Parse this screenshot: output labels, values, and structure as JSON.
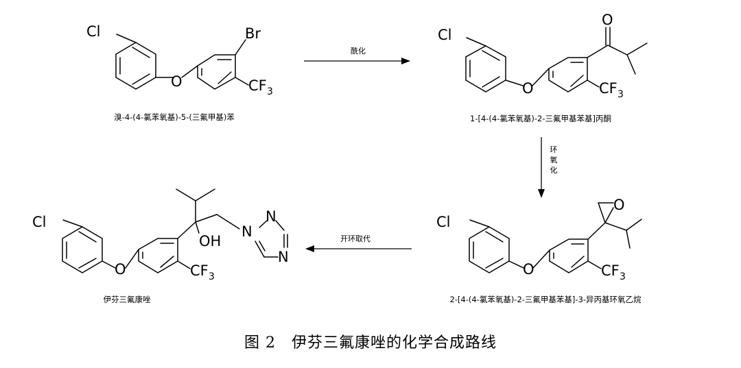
{
  "compounds": {
    "c1": {
      "name": "溴-4-(4-氯苯氧基)-5-(三氟甲基)苯",
      "atoms": {
        "cl": "Cl",
        "o": "O",
        "br": "Br",
        "cf3": "CF",
        "cf3_sub": "3"
      }
    },
    "c2": {
      "name": "1-[4-(4-氯苯氧基)-2-三氟甲基苯基]丙酮",
      "atoms": {
        "cl": "Cl",
        "o": "O",
        "ketone_o": "O",
        "cf3": "CF",
        "cf3_sub": "3"
      }
    },
    "c3": {
      "name": "2-[4-(4-氯苯氧基)-2-三氟甲基苯基]-3-异丙基环氧乙烷",
      "atoms": {
        "cl": "Cl",
        "o": "O",
        "epoxide_o": "O",
        "cf3": "CF",
        "cf3_sub": "3"
      }
    },
    "c4": {
      "name": "伊芬三氟康唑",
      "atoms": {
        "cl": "Cl",
        "o": "O",
        "oh": "OH",
        "n1": "N",
        "n2": "N",
        "n4": "N",
        "cf3": "CF",
        "cf3_sub": "3"
      }
    }
  },
  "reactions": {
    "r1": {
      "label": "酰化"
    },
    "r2": {
      "label_lines": [
        "环",
        "氧",
        "化"
      ]
    },
    "r3": {
      "label": "开环取代"
    }
  },
  "caption": "图 2　伊芬三氟康唑的化学合成路线"
}
